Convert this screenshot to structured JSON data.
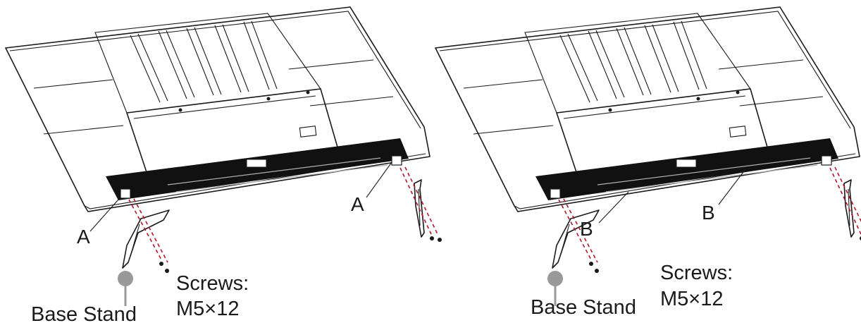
{
  "panels": [
    {
      "id": "left",
      "callout": "A",
      "part_label": "Base Stand",
      "screws_label": "Screws:",
      "screws_spec": "M5×12"
    },
    {
      "id": "right",
      "callout": "B",
      "part_label": "Base Stand",
      "screws_label": "Screws:",
      "screws_spec": "M5×12"
    }
  ],
  "colors": {
    "line": "#1a1a1a",
    "screw_guide": "#b0182a",
    "pin": "#999999"
  }
}
